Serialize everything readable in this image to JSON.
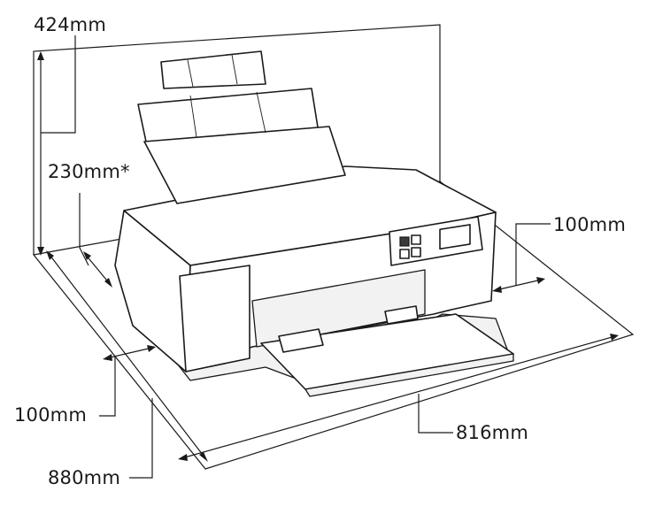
{
  "figure": {
    "description_labels": {
      "height_total": "424mm",
      "height_front": "230mm*",
      "clearance_right": "100mm",
      "clearance_left": "100mm",
      "width_total": "816mm",
      "depth_total": "880mm"
    }
  }
}
